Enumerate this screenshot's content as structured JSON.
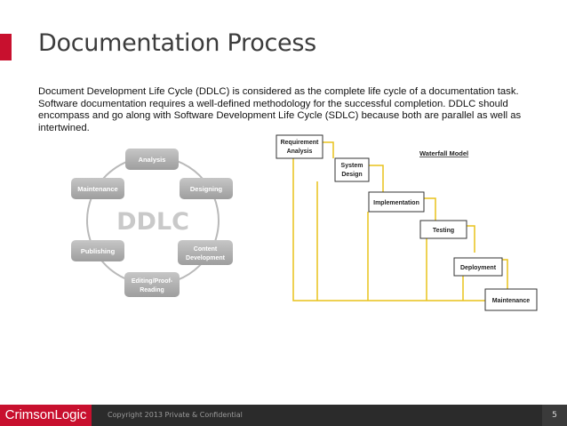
{
  "slide": {
    "title": "Documentation Process",
    "intro": "Document Development Life Cycle (DDLC) is considered as the complete life cycle of a documentation task. Software documentation requires a well-defined methodology for the successful completion. DDLC should encompass and go along with Software Development Life Cycle (SDLC) because both are parallel as well as intertwined."
  },
  "ddlc": {
    "center": "DDLC",
    "stages": {
      "analysis": "Analysis",
      "designing": "Designing",
      "content_line1": "Content",
      "content_line2": "Development",
      "editing_line1": "Editing/Proof-",
      "editing_line2": "Reading",
      "publishing": "Publishing",
      "maintenance": "Maintenance"
    }
  },
  "waterfall": {
    "title": "Waterfall  Model",
    "steps": {
      "requirement_line1": "Requirement",
      "requirement_line2": "Analysis",
      "system_line1": "System",
      "system_line2": "Design",
      "implementation": "Implementation",
      "testing": "Testing",
      "deployment": "Deployment",
      "maintenance": "Maintenance"
    }
  },
  "footer": {
    "brand": "CrimsonLogic",
    "copyright": "Copyright 2013 Private & Confidential",
    "page": "5"
  },
  "colors": {
    "crimson": "#c8102e",
    "flow_yellow": "#e8c21a",
    "bubble": "#b3b3b3"
  }
}
